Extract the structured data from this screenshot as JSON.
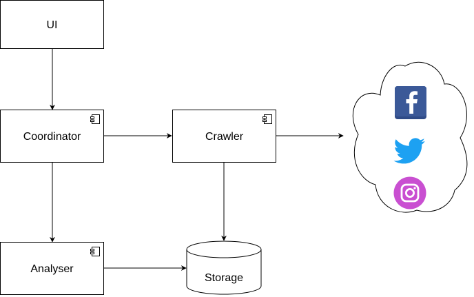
{
  "nodes": {
    "ui": {
      "label": "UI"
    },
    "coordinator": {
      "label": "Coordinator"
    },
    "crawler": {
      "label": "Crawler"
    },
    "analyser": {
      "label": "Analyser"
    },
    "storage": {
      "label": "Storage"
    }
  },
  "icons": {
    "component": "component-icon",
    "cloud": "cloud-shape",
    "social": [
      "facebook-icon",
      "twitter-icon",
      "instagram-icon"
    ]
  },
  "colors": {
    "line": "#000000",
    "facebook": "#3b5998",
    "twitter": "#1da1f2",
    "instagram": "#c94fd1"
  }
}
